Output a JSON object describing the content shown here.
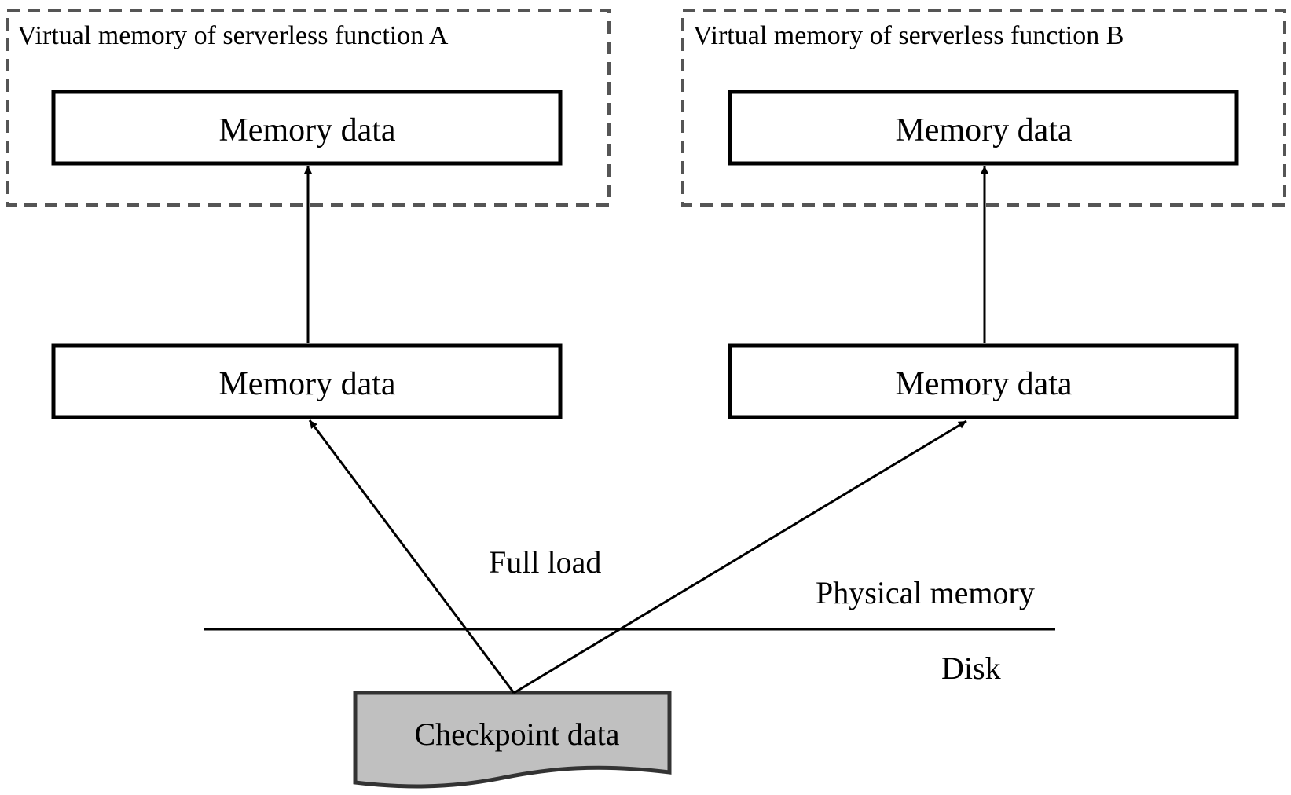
{
  "group_a": {
    "title": "Virtual memory of serverless function A",
    "virtual_box": "Memory data",
    "physical_box": "Memory data"
  },
  "group_b": {
    "title": "Virtual memory of serverless function B",
    "virtual_box": "Memory data",
    "physical_box": "Memory data"
  },
  "edge_label": "Full load",
  "layers": {
    "upper": "Physical memory",
    "lower": "Disk"
  },
  "source": {
    "label": "Checkpoint data",
    "fill": "#c0c0c0"
  },
  "colors": {
    "stroke": "#000000",
    "dashed_border": "#555555"
  }
}
